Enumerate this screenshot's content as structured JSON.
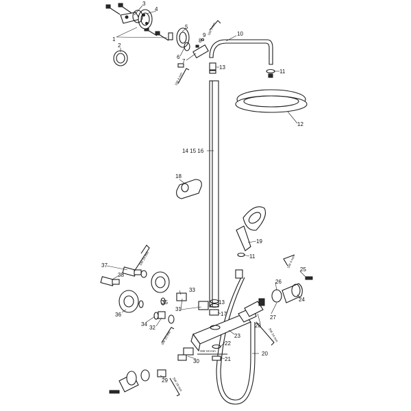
{
  "part_labels": {
    "p1": "1",
    "p2": "2",
    "p3": "3",
    "p4": "4",
    "p5": "5",
    "p6": "6",
    "p7": "7",
    "p8": "8",
    "p9": "9",
    "p10": "10",
    "p11a": "11",
    "p11b": "11",
    "p12": "12",
    "p13a": "13",
    "p13b": "13",
    "p141516": "14 15 16",
    "p17": "17",
    "p18": "18",
    "p19": "19",
    "p20": "20",
    "p21": "21",
    "p22": "22",
    "p23": "23",
    "p24": "24",
    "p25": "25",
    "p26": "26",
    "p27": "27",
    "p28": "28",
    "p29": "29",
    "p30": "30",
    "p31": "31",
    "p32": "32",
    "p33": "33",
    "p34": "34",
    "p35": "35",
    "p36": "36",
    "p37": "37",
    "p38": "38"
  },
  "tool_labels": {
    "sw3": "SW 3 mm",
    "sw4a": "SW 4 mm",
    "sw4b": "SW 4 mm",
    "sw24a": "SW 24 mm",
    "sw24b": "SW 24 mm",
    "sw20": "SW 20 mm",
    "sw19a": "SW 19 mm",
    "sw19b": "SW 19 mm"
  }
}
